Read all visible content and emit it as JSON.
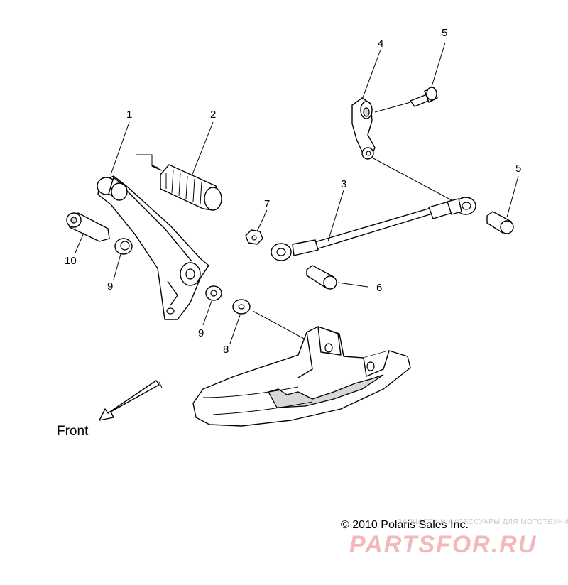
{
  "callouts": {
    "c1": "1",
    "c2": "2",
    "c3": "3",
    "c4": "4",
    "c5a": "5",
    "c5b": "5",
    "c6": "6",
    "c7": "7",
    "c8": "8",
    "c9a": "9",
    "c9b": "9",
    "c10": "10"
  },
  "front_label": "Front",
  "copyright": "© 2010 Polaris Sales Inc.",
  "watermark": {
    "subtitle": "ЗАПЧАСТИ И АКСЕССУАРЫ ДЛЯ МОТОТЕХНИКИ",
    "logo": "PARTSFOR.RU",
    "color": "#f1b9b9"
  }
}
